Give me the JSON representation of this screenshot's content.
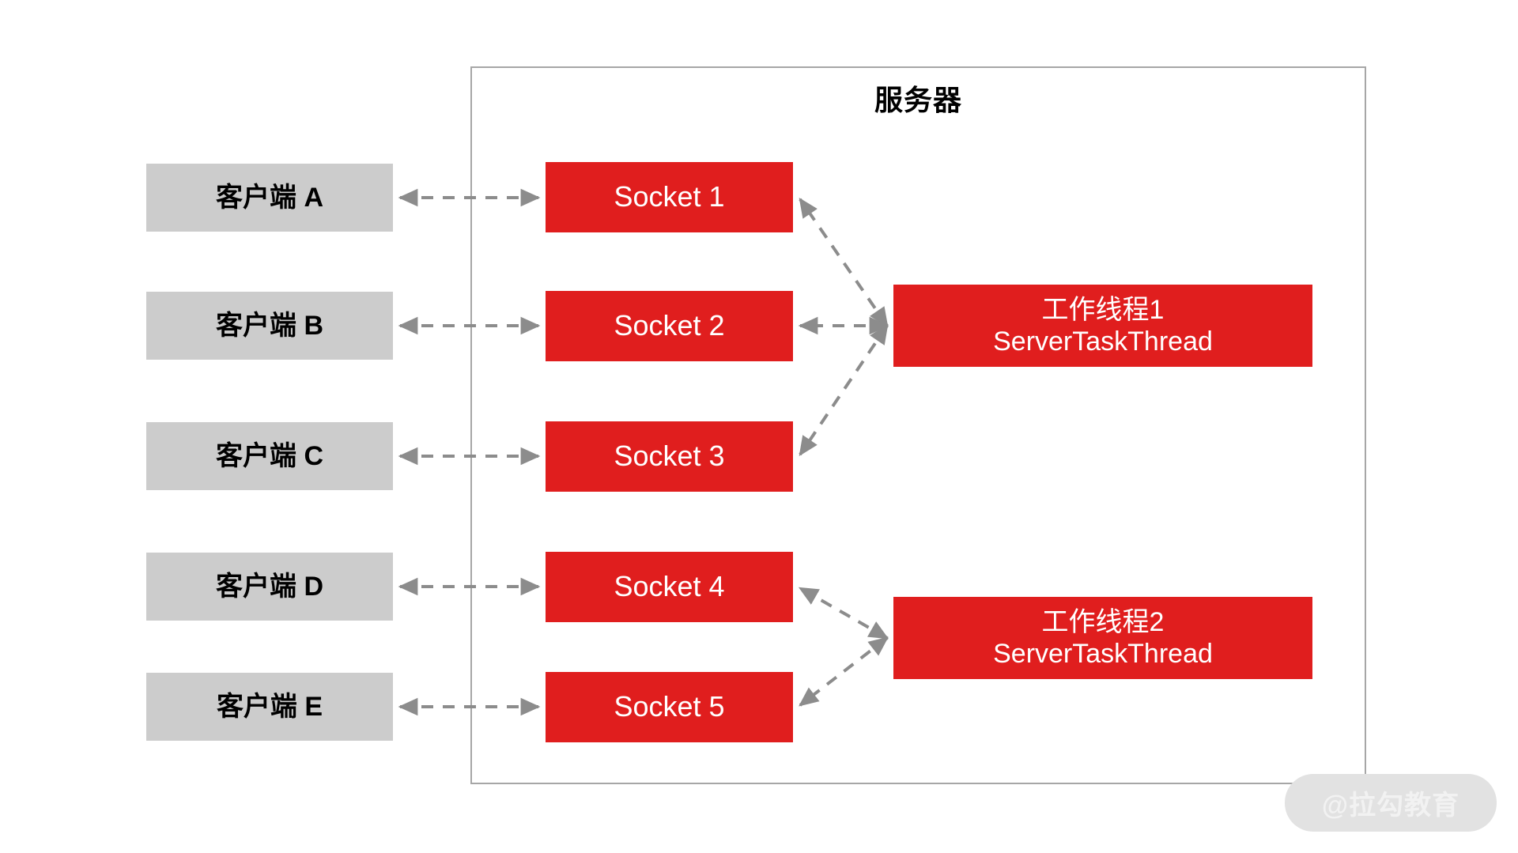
{
  "diagram": {
    "title": "服务器",
    "server_panel_label": "服务器",
    "clients": [
      {
        "label": "客户端 A",
        "name": "client-a"
      },
      {
        "label": "客户端 B",
        "name": "client-b"
      },
      {
        "label": "客户端 C",
        "name": "client-c"
      },
      {
        "label": "客户端 D",
        "name": "client-d"
      },
      {
        "label": "客户端 E",
        "name": "client-e"
      }
    ],
    "sockets": [
      {
        "label": "Socket 1"
      },
      {
        "label": "Socket 2"
      },
      {
        "label": "Socket 3"
      },
      {
        "label": "Socket 4"
      },
      {
        "label": "Socket 5"
      }
    ],
    "workers": [
      {
        "line1": "工作线程1",
        "line2": "ServerTaskThread"
      },
      {
        "line2_alt": "",
        "line1_alt": ""
      }
    ],
    "worker1": {
      "line1": "工作线程1",
      "line2": "ServerTaskThread"
    },
    "worker2": {
      "line1": "工作线程2",
      "line2": "ServerTaskThread"
    },
    "watermark": "@拉勾教育",
    "colors": {
      "accent_red": "#e01e1e",
      "client_gray": "#cccccc",
      "panel_border": "#a6a6a6",
      "connector_gray": "#8c8c8c",
      "watermark_bg": "#e2e2e2",
      "watermark_text": "#f2f2f2",
      "text_dark": "#000000",
      "text_light": "#ffffff"
    },
    "connections": {
      "client_socket": [
        {
          "from": "客户端 A",
          "to": "Socket 1",
          "style": "bidirectional-dashed"
        },
        {
          "from": "客户端 B",
          "to": "Socket 2",
          "style": "bidirectional-dashed"
        },
        {
          "from": "客户端 C",
          "to": "Socket 3",
          "style": "bidirectional-dashed"
        },
        {
          "from": "客户端 D",
          "to": "Socket 4",
          "style": "bidirectional-dashed"
        },
        {
          "from": "客户端 E",
          "to": "Socket 5",
          "style": "bidirectional-dashed"
        }
      ],
      "worker_socket": [
        {
          "from": "工作线程1",
          "to": "Socket 1",
          "style": "bidirectional-dashed"
        },
        {
          "from": "工作线程1",
          "to": "Socket 2",
          "style": "bidirectional-dashed"
        },
        {
          "from": "工作线程1",
          "to": "Socket 3",
          "style": "bidirectional-dashed"
        },
        {
          "from": "工作线程2",
          "to": "Socket 4",
          "style": "bidirectional-dashed"
        },
        {
          "from": "工作线程2",
          "to": "Socket 5",
          "style": "bidirectional-dashed"
        }
      ]
    }
  }
}
